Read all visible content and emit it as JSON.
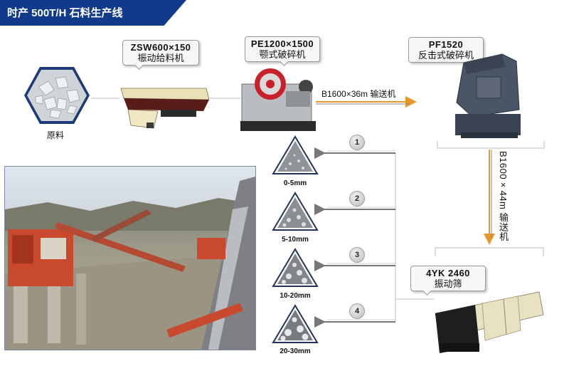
{
  "title": "时产 500T/H 石料生产线",
  "raw_material": {
    "label": "原料"
  },
  "feeder": {
    "model": "ZSW600×150",
    "name": "振动给料机"
  },
  "jaw_crusher": {
    "model": "PE1200×1500",
    "name": "颚式破碎机"
  },
  "conveyor_1": {
    "label": "B1600×36m 输送机"
  },
  "impact_crusher": {
    "model": "PF1520",
    "name": "反击式破碎机"
  },
  "conveyor_2": {
    "label": "B1600×44m 输送机"
  },
  "screen": {
    "model": "4YK 2460",
    "name": "振动筛"
  },
  "products": [
    {
      "step": "1",
      "size": "0-5mm"
    },
    {
      "step": "2",
      "size": "5-10mm"
    },
    {
      "step": "3",
      "size": "10-20mm"
    },
    {
      "step": "4",
      "size": "20-30mm"
    }
  ],
  "colors": {
    "banner": "#123a8a",
    "arrow": "#e8972a",
    "flow_line": "#6a6a6a"
  }
}
